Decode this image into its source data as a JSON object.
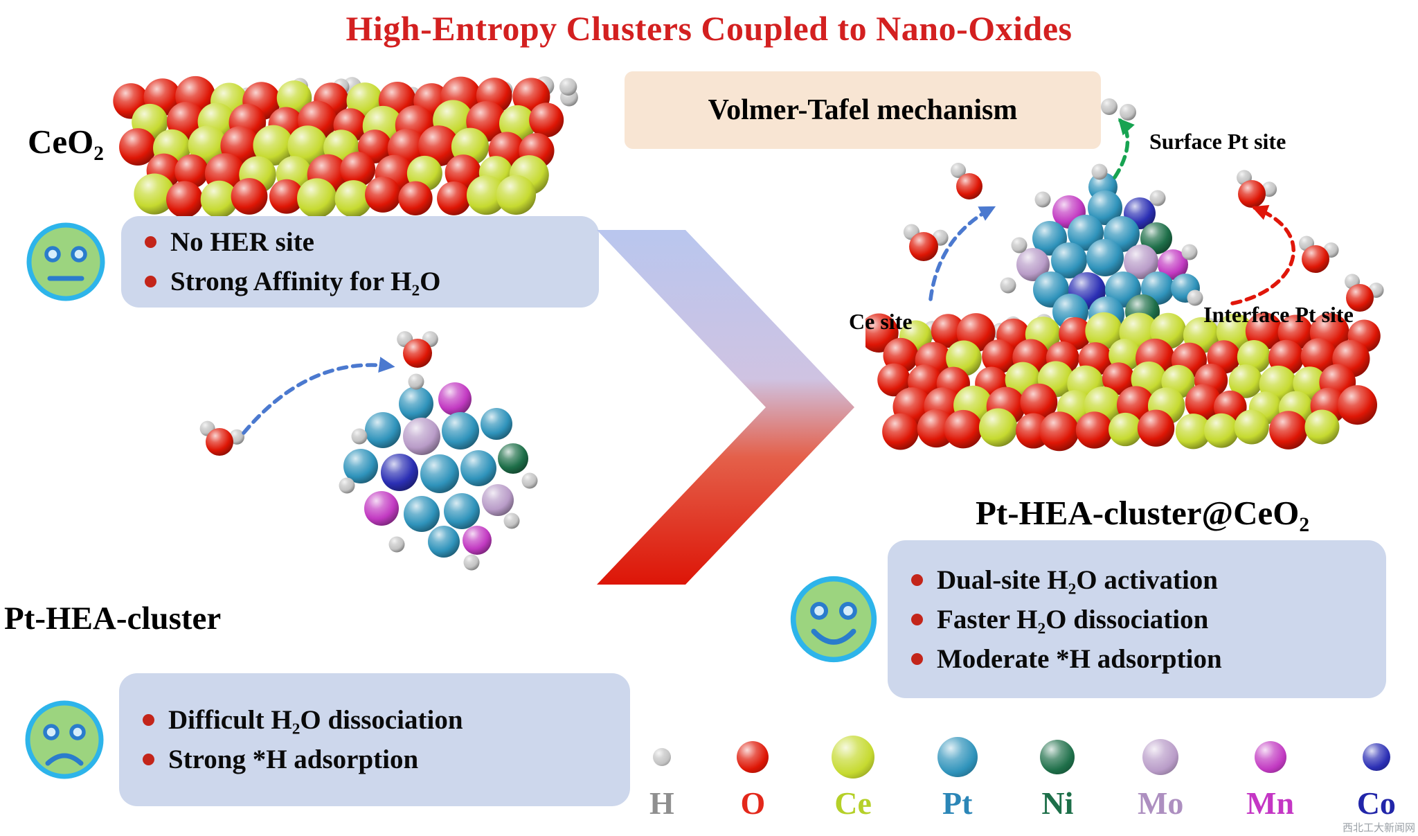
{
  "title": "High-Entropy Clusters Coupled to Nano-Oxides",
  "mechanism": "Volmer-Tafel mechanism",
  "ceo2": {
    "label": "CeO₂",
    "points": [
      "No HER site",
      "Strong Affinity for H₂O"
    ]
  },
  "pt_hea": {
    "label": "Pt-HEA-cluster",
    "points": [
      "Difficult H₂O dissociation",
      "Strong *H adsorption"
    ]
  },
  "composite": {
    "label": "Pt-HEA-cluster@CeO₂",
    "annotations": {
      "surface_pt": "Surface Pt site",
      "ce_site": "Ce site",
      "interface_pt": "Interface Pt site"
    },
    "points": [
      "Dual-site H₂O activation",
      "Faster H₂O dissociation",
      "Moderate *H adsorption"
    ]
  },
  "legend": [
    {
      "symbol": "H",
      "size": 26
    },
    {
      "symbol": "O",
      "size": 46
    },
    {
      "symbol": "Ce",
      "size": 62
    },
    {
      "symbol": "Pt",
      "size": 58
    },
    {
      "symbol": "Ni",
      "size": 50
    },
    {
      "symbol": "Mo",
      "size": 52
    },
    {
      "symbol": "Mn",
      "size": 46
    },
    {
      "symbol": "Co",
      "size": 40
    }
  ],
  "elements": {
    "H": {
      "color": "#c3c3c3",
      "label_color": "#8f8f8f"
    },
    "O": {
      "color": "#de1605",
      "label_color": "#e3281b"
    },
    "Ce": {
      "color": "#c6da30",
      "label_color": "#b5d028"
    },
    "Pt": {
      "color": "#2f93bb",
      "label_color": "#2b86b7"
    },
    "Ni": {
      "color": "#1e6f49",
      "label_color": "#1d6f49"
    },
    "Mo": {
      "color": "#b99cc8",
      "label_color": "#ad8fc0"
    },
    "Mn": {
      "color": "#c23ac2",
      "label_color": "#c436c4"
    },
    "Co": {
      "color": "#2b2fb4",
      "label_color": "#2226a9"
    }
  },
  "colors": {
    "accent_red": "#d32020",
    "box_blue": "#cdd7ec",
    "box_peach": "#f8e5d3",
    "bullet": "#c3251a",
    "face_fill": "#9cd47f",
    "face_stroke": "#2db4ea",
    "face_feature": "#2a7ccc",
    "arrow_blue": "#4b79cf",
    "arrow_green": "#17a351",
    "arrow_red": "#e0160a",
    "chevron_stops": [
      "#b9c6ee",
      "#cfc3e2",
      "#e4604a",
      "#dd1507"
    ]
  },
  "watermark": "西北工大新闻网"
}
